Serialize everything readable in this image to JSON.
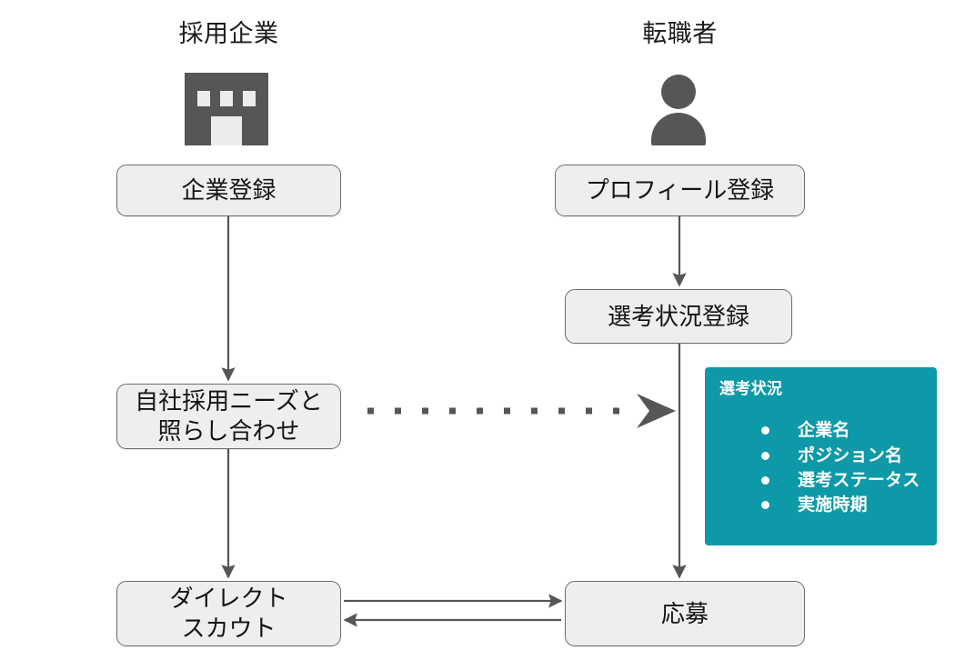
{
  "columns": {
    "left": {
      "title": "採用企業",
      "icon": "building-icon"
    },
    "right": {
      "title": "転職者",
      "icon": "person-icon"
    }
  },
  "nodes": {
    "company_registration": "企業登録",
    "match_needs": "自社採用ニーズと\n照らし合わせ",
    "direct_scout": "ダイレクト\nスカウト",
    "profile_registration": "プロフィール登録",
    "status_registration": "選考状況登録",
    "apply": "応募"
  },
  "callout": {
    "title": "選考状況",
    "items": [
      "企業名",
      "ポジション名",
      "選考ステータス",
      "実施時期"
    ]
  },
  "connectors": [
    {
      "name": "company-reg-to-match",
      "style": "solid",
      "direction": "down"
    },
    {
      "name": "match-to-direct-scout",
      "style": "solid",
      "direction": "down"
    },
    {
      "name": "profile-reg-to-status-reg",
      "style": "solid",
      "direction": "down"
    },
    {
      "name": "status-reg-to-apply",
      "style": "solid",
      "direction": "down"
    },
    {
      "name": "match-to-callout",
      "style": "dotted",
      "direction": "right"
    },
    {
      "name": "direct-scout-to-apply",
      "style": "solid",
      "direction": "right"
    },
    {
      "name": "apply-to-direct-scout",
      "style": "solid",
      "direction": "left"
    }
  ],
  "colors": {
    "teal_callout": "#0E99A8",
    "icon_gray": "#555658",
    "node_fill": "#EEEEEE",
    "node_border": "#6E6E6E",
    "connector": "#555658",
    "text": "#141414",
    "background": "#FFFFFF"
  }
}
